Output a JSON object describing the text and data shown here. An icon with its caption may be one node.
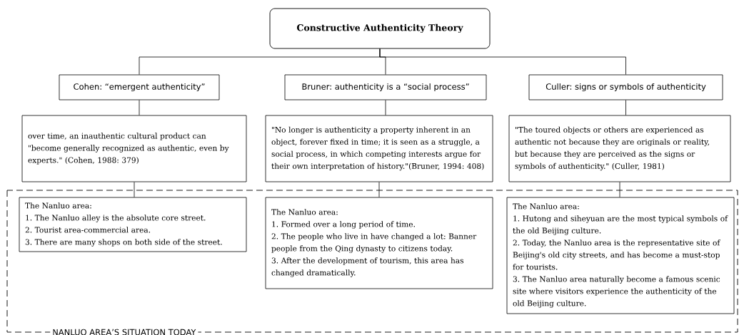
{
  "diagram": {
    "nodes": [
      {
        "text": [
          "Constructive Authenticity Theory"
        ]
      },
      {
        "text": [
          "Cohen: “emergent authenticity”"
        ]
      },
      {
        "text": [
          "Bruner: authenticity is a “social process”"
        ]
      },
      {
        "text": [
          "Culler: signs or symbols of authenticity"
        ]
      },
      {
        "text": [
          "over time, an inauthentic cultural product can \"become generally recognized as authentic, even by experts.\" (Cohen, 1988: 379)"
        ]
      },
      {
        "text": [
          "\"No longer is authenticity a property inherent in an object, forever fixed in time; it is seen as a struggle, a social process, in which competing interests argue for their own interpretation of history.\"(Bruner, 1994: 408)"
        ]
      },
      {
        "text": [
          "\"The toured objects or others are experienced as authentic not because they are originals or reality, but because they are perceived as the signs or symbols of authenticity.\" (Culler, 1981)"
        ]
      },
      {
        "text": [
          "NANLUO AREA’S SITUATION TODAY"
        ]
      },
      {
        "text": [
          "The Nanluo area:",
          "1. The Nanluo alley is the absolute  core street.",
          "2. Tourist area-commercial area.",
          "3. There are many shops on both side of the street."
        ],
        "in": 7
      },
      {
        "text": [
          "The Nanluo area:",
          "1. Formed over a long period of time.",
          "2. The people who live in have changed a lot: Banner people from the Qing dynasty to citizens today.",
          "3.  After the development of tourism, this area has changed dramatically."
        ],
        "in": 7
      },
      {
        "text": [
          "The Nanluo area:",
          "1. Hutong and siheyuan are the most typical symbols of the old Beijing culture.",
          "2. Today, the Nanluo area is the representative site of Beijing's old city streets, and has become a must-stop for tourists.",
          "3. The Nanluo area naturally become a famous scenic site where visitors experience the authenticity of the old Beijing culture."
        ],
        "in": 7
      }
    ],
    "edges": [
      {
        "from": 0,
        "to": 1,
        "arrow": "none"
      },
      {
        "from": 0,
        "to": 2,
        "arrow": "none"
      },
      {
        "from": 0,
        "to": 3,
        "arrow": "none"
      },
      {
        "from": 1,
        "to": 4,
        "arrow": "none"
      },
      {
        "from": 2,
        "to": 5,
        "arrow": "none"
      },
      {
        "from": 3,
        "to": 6,
        "arrow": "none"
      },
      {
        "from": 4,
        "to": 8,
        "arrow": "none"
      },
      {
        "from": 5,
        "to": 9,
        "arrow": "none"
      },
      {
        "from": 6,
        "to": 10,
        "arrow": "none"
      }
    ]
  }
}
